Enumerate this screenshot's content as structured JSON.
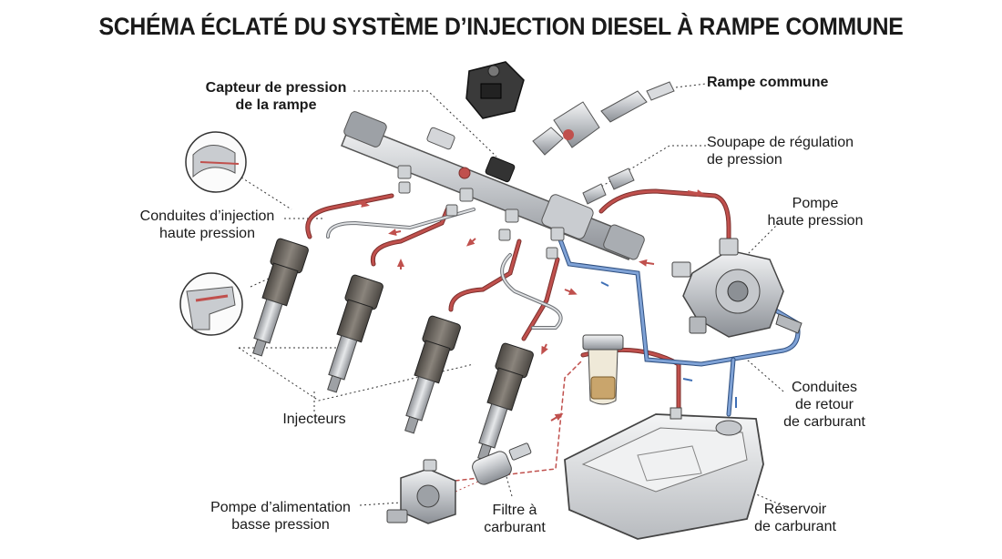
{
  "title": "SCHÉMA ÉCLATÉ DU SYSTÈME D’INJECTION DIESEL À RAMPE COMMUNE",
  "labels": {
    "capteur": [
      "Capteur de pression",
      "de la rampe"
    ],
    "rampe": [
      "Rampe commune"
    ],
    "soupape": [
      "Soupape de régulation",
      "de pression"
    ],
    "pompe_hp": [
      "Pompe",
      "haute pression"
    ],
    "conduites_injection": [
      "Conduites d’injection",
      "haute pression"
    ],
    "injecteurs": [
      "Injecteurs"
    ],
    "conduites_retour": [
      "Conduites",
      "de retour",
      "de carburant"
    ],
    "pompe_bp": [
      "Pompe d’alimentation",
      "basse pression"
    ],
    "filtre": [
      "Filtre à",
      "carburant"
    ],
    "reservoir": [
      "Réservoir",
      "de carburant"
    ]
  },
  "colors": {
    "high_pressure_line": "#c0504d",
    "return_line": "#3f6fb5",
    "metal": "#b9bcc0",
    "injector_body": "#6f6a64",
    "tank": "#e4e5e7",
    "leader": "#333333"
  },
  "icons": [
    "pressure-sensor-icon",
    "rail-icon",
    "injector-icon",
    "pump-icon",
    "filter-icon",
    "tank-icon",
    "flow-arrow-icon",
    "magnifier-detail-icon"
  ]
}
